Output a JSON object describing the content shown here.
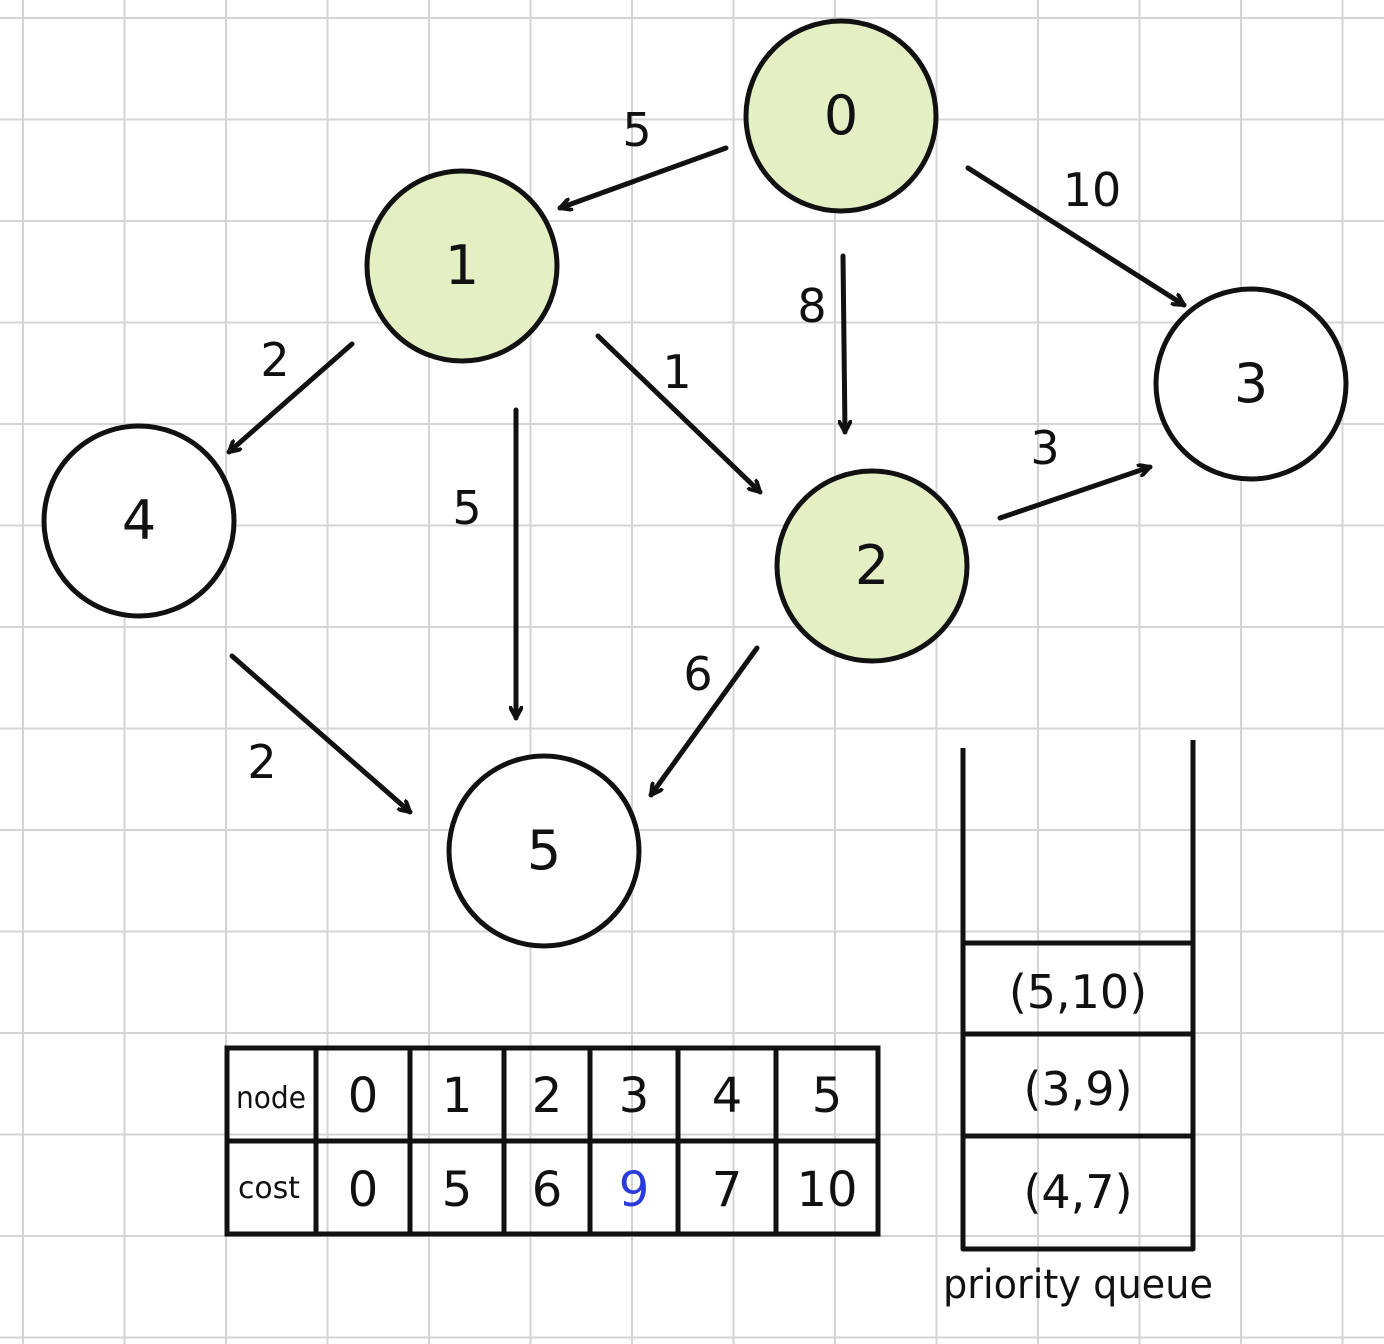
{
  "colors": {
    "visited_fill": "#e4efc4",
    "ink": "#111111",
    "highlight": "#2b3bd9"
  },
  "nodes": [
    {
      "id": "0",
      "label": "0",
      "visited": true
    },
    {
      "id": "1",
      "label": "1",
      "visited": true
    },
    {
      "id": "2",
      "label": "2",
      "visited": true
    },
    {
      "id": "3",
      "label": "3",
      "visited": false
    },
    {
      "id": "4",
      "label": "4",
      "visited": false
    },
    {
      "id": "5",
      "label": "5",
      "visited": false
    }
  ],
  "edges": [
    {
      "from": "0",
      "to": "1",
      "weight": "5"
    },
    {
      "from": "0",
      "to": "2",
      "weight": "8"
    },
    {
      "from": "0",
      "to": "3",
      "weight": "10"
    },
    {
      "from": "1",
      "to": "4",
      "weight": "2"
    },
    {
      "from": "1",
      "to": "5",
      "weight": "5"
    },
    {
      "from": "1",
      "to": "2",
      "weight": "1"
    },
    {
      "from": "2",
      "to": "3",
      "weight": "3"
    },
    {
      "from": "2",
      "to": "5",
      "weight": "6"
    },
    {
      "from": "4",
      "to": "5",
      "weight": "2"
    }
  ],
  "cost_table": {
    "header_label": "node",
    "row_label": "cost",
    "nodes": [
      "0",
      "1",
      "2",
      "3",
      "4",
      "5"
    ],
    "costs": [
      "0",
      "5",
      "6",
      "9",
      "7",
      "10"
    ],
    "highlighted_index": 3
  },
  "priority_queue": {
    "label": "priority queue",
    "items": [
      "(5,10)",
      "(3,9)",
      "(4,7)"
    ]
  }
}
